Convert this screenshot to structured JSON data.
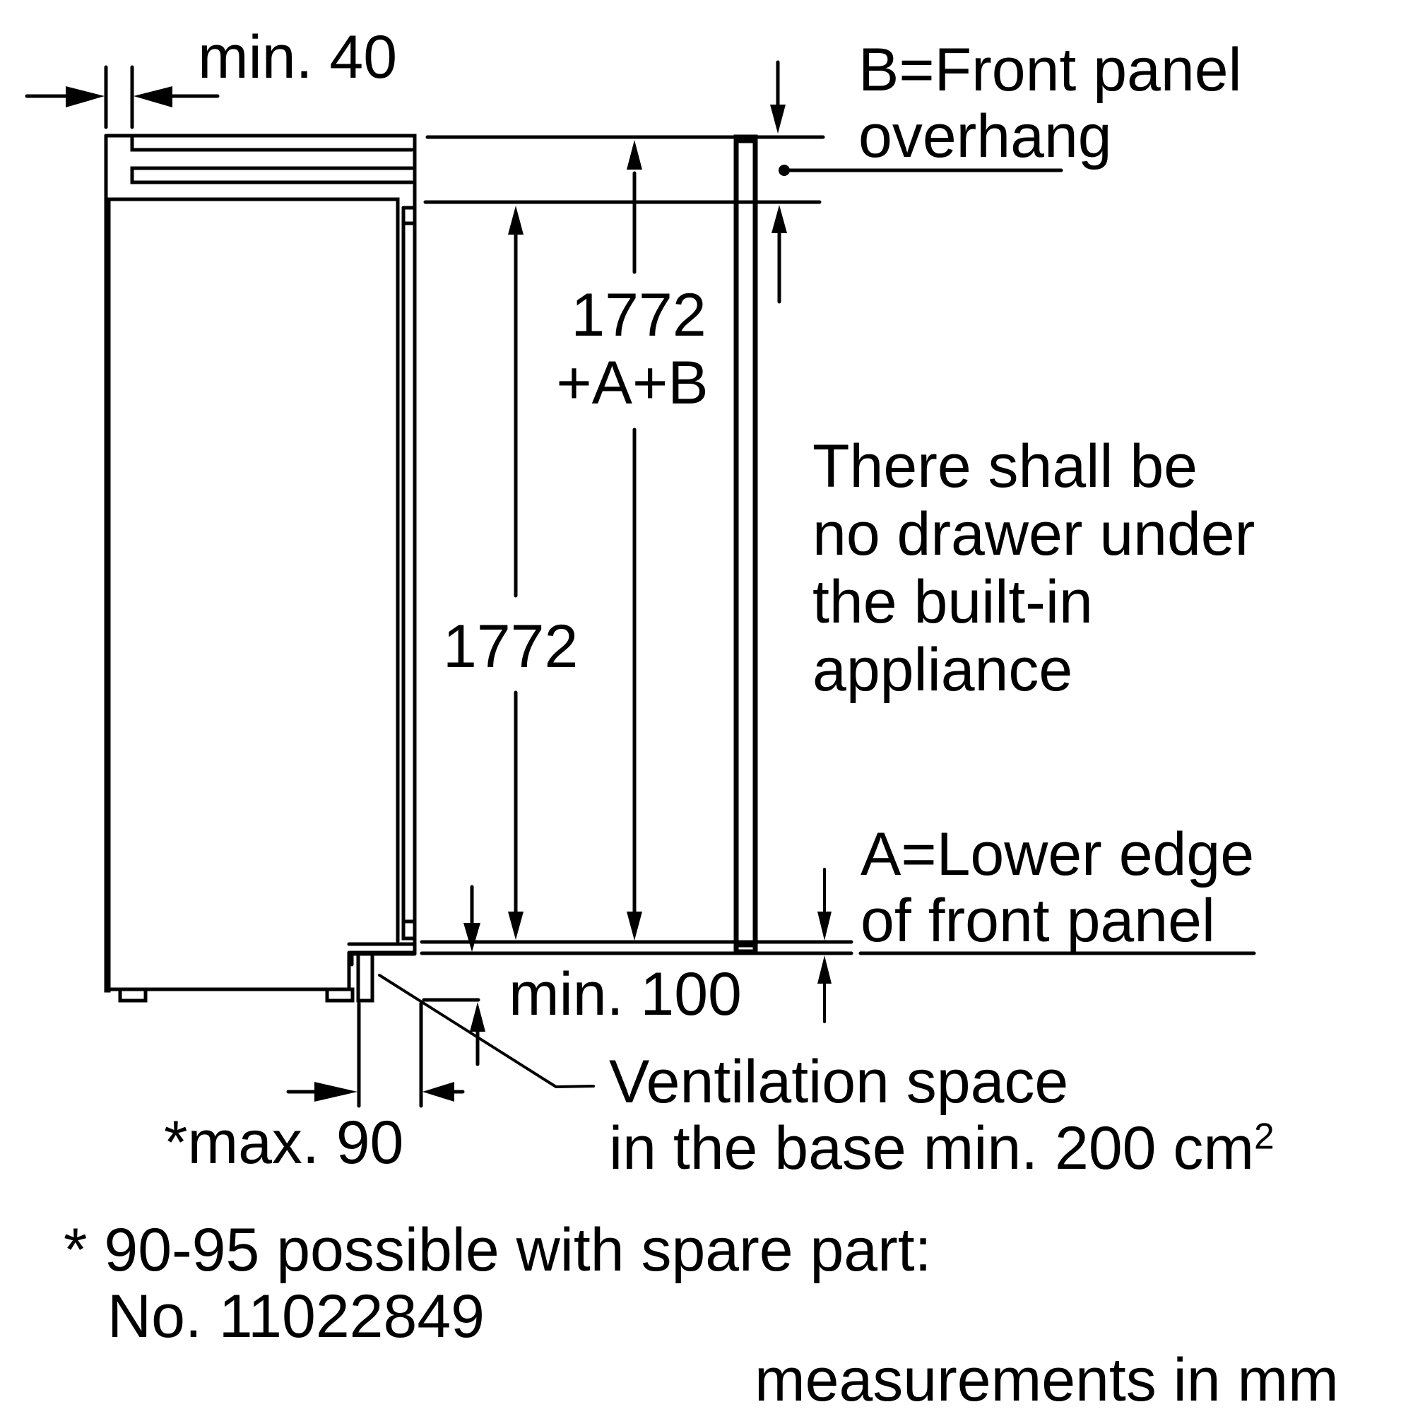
{
  "diagram": {
    "title": "Built-in appliance installation dimensions",
    "dimensions": {
      "top_clearance": "min. 40",
      "height_total_line1": "1772",
      "height_total_line2": "+A+B",
      "niche_height": "1772",
      "plinth_height": "min. 100",
      "plinth_depth": "*max. 90"
    },
    "labels": {
      "front_panel_overhang": {
        "line1": "B=Front panel",
        "line2": "overhang"
      },
      "lower_edge": {
        "line1": "A=Lower edge",
        "line2": "of front panel"
      },
      "no_drawer_note": {
        "lines": [
          "There shall be",
          "no drawer under",
          "the built-in",
          "appliance"
        ]
      },
      "ventilation": {
        "line1": "Ventilation space",
        "line2_prefix": "in the base min. 200 cm",
        "line2_sup": "2"
      }
    },
    "footnote": {
      "line1": "* 90-95 possible with spare part:",
      "line2": "No. 11022849"
    },
    "units_note": "measurements in mm"
  }
}
